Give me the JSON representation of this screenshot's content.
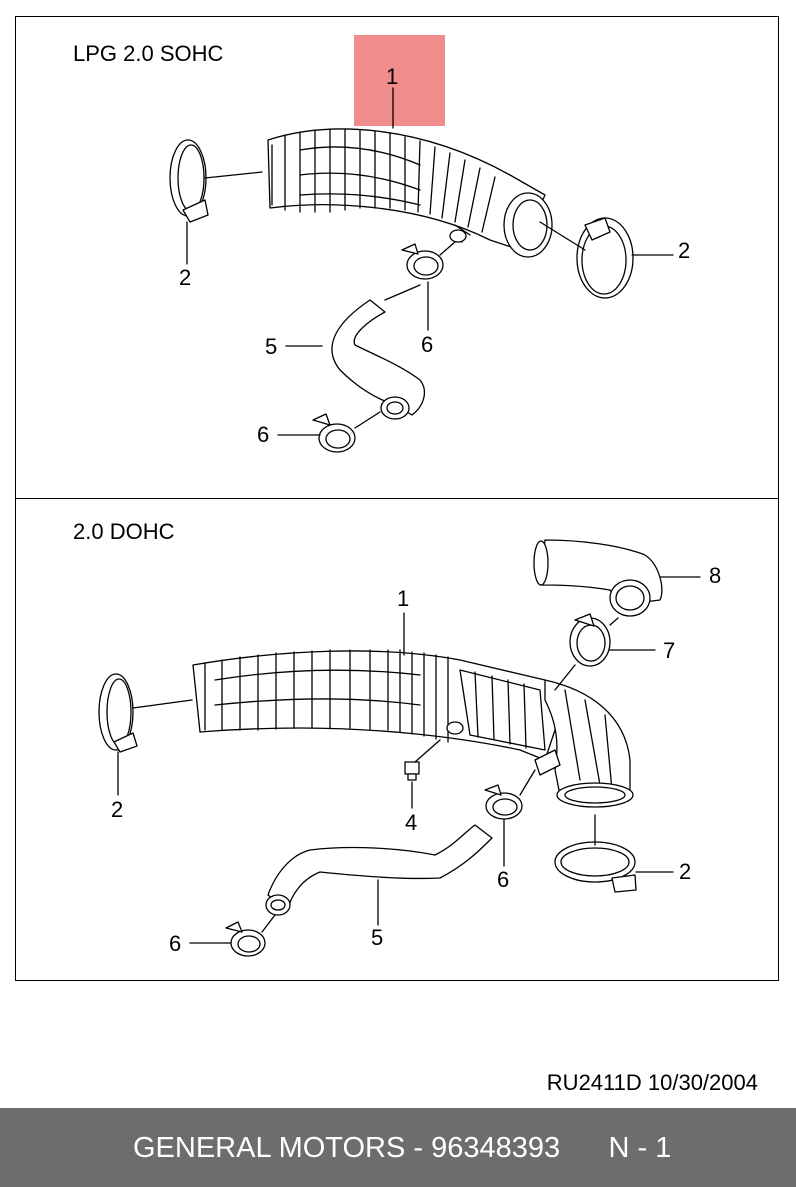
{
  "panels": [
    {
      "title": "LPG 2.0 SOHC",
      "callouts": [
        "1",
        "2",
        "2",
        "5",
        "6",
        "6"
      ]
    },
    {
      "title": "2.0 DOHC",
      "callouts": [
        "1",
        "2",
        "2",
        "4",
        "5",
        "6",
        "6",
        "7",
        "8"
      ]
    }
  ],
  "highlight_color": "#f08080",
  "reference": "RU2411D  10/30/2004",
  "footer": {
    "brand": "GENERAL MOTORS",
    "separator": " - ",
    "part_number": "96348393",
    "page": "N - 1"
  }
}
